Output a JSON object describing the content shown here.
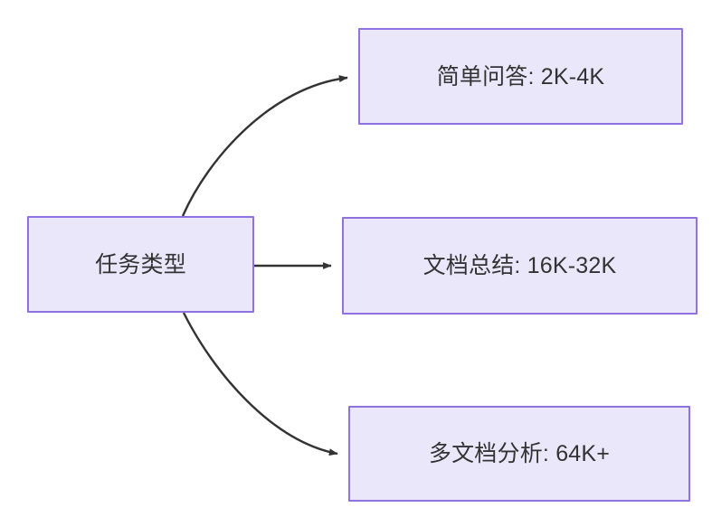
{
  "diagram": {
    "type": "flowchart",
    "direction": "left-to-right",
    "background_color": "#ffffff",
    "node_fill_color": "#ebe7fb",
    "node_border_color": "#8d72e0",
    "node_text_color": "#333333",
    "edge_color": "#333333",
    "source": {
      "id": "task-type",
      "label": "任务类型"
    },
    "targets": [
      {
        "id": "simple-qa",
        "label": "简单问答: 2K-4K",
        "task": "简单问答",
        "token_range": "2K-4K"
      },
      {
        "id": "doc-summary",
        "label": "文档总结: 16K-32K",
        "task": "文档总结",
        "token_range": "16K-32K"
      },
      {
        "id": "multi-doc",
        "label": "多文档分析: 64K+",
        "task": "多文档分析",
        "token_range": "64K+"
      }
    ],
    "edges": [
      {
        "id": "edge-to-simple-qa",
        "from": "task-type",
        "to": "simple-qa",
        "label": "",
        "style": "curved-arrow"
      },
      {
        "id": "edge-to-doc-summary",
        "from": "task-type",
        "to": "doc-summary",
        "label": "",
        "style": "straight-arrow"
      },
      {
        "id": "edge-to-multi-doc",
        "from": "task-type",
        "to": "multi-doc",
        "label": "",
        "style": "curved-arrow"
      }
    ]
  }
}
